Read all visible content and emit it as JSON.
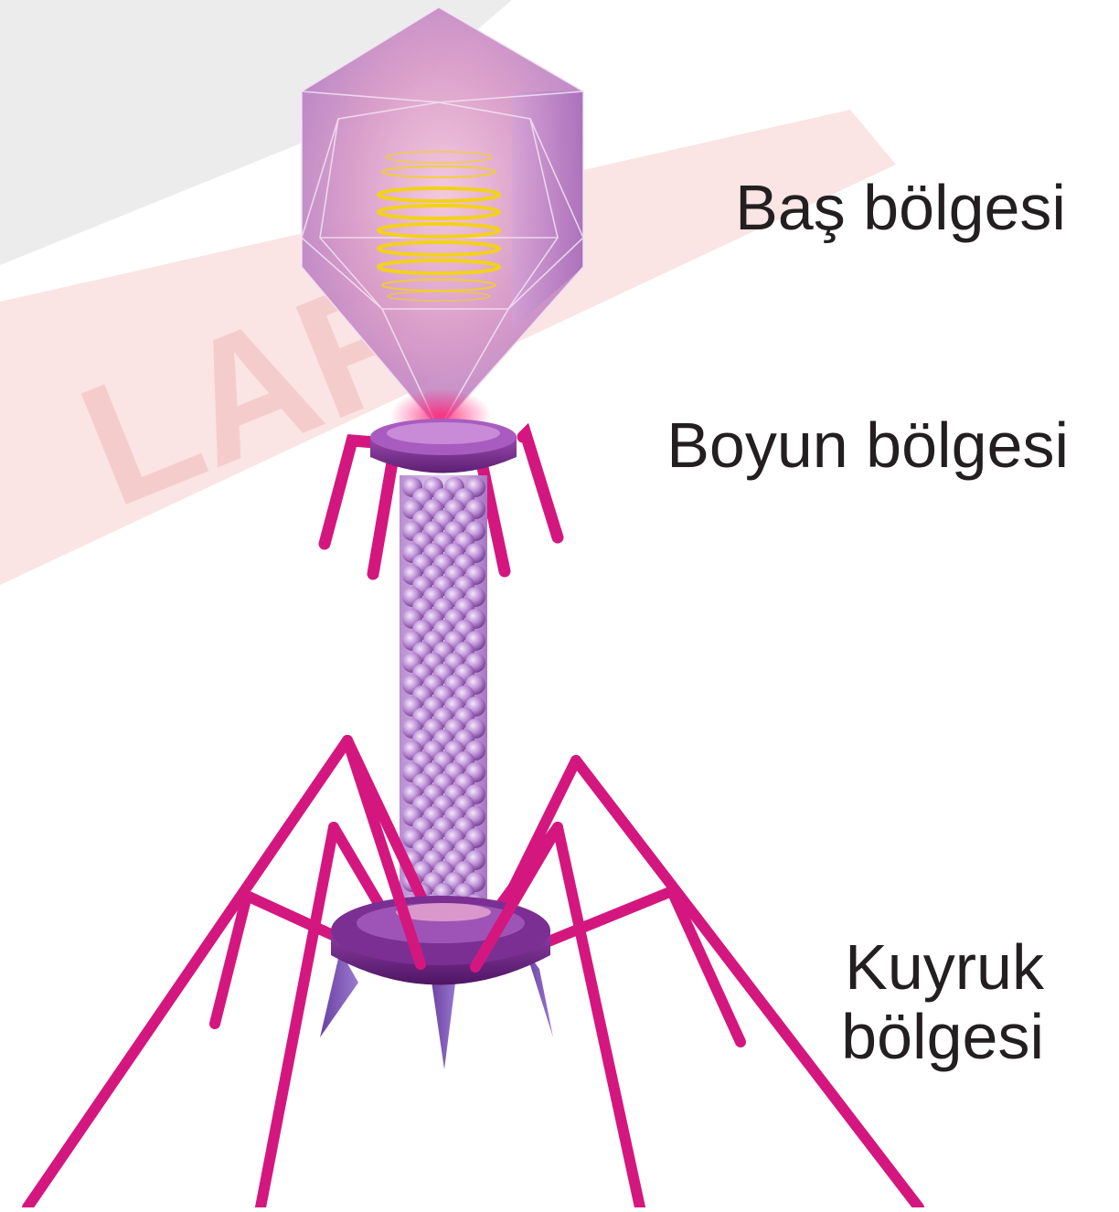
{
  "labels": {
    "head": "Baş bölgesi",
    "neck": "Boyun bölgesi",
    "tail_line1": "Kuyruk",
    "tail_line2": "bölgesi"
  },
  "colors": {
    "capsid": "#b886c9",
    "capsid_dark": "#8b4fa3",
    "dna_coil": "#f2d21a",
    "collar": "#7a2e8e",
    "tail_sheath": "#c9a3df",
    "tail_fibers": "#d4177f",
    "watermark_red": "#f4c4c4",
    "watermark_gray": "#e6e6e6",
    "label_text": "#231f20"
  },
  "icons": {
    "virus": "bacteriophage-illustration"
  }
}
